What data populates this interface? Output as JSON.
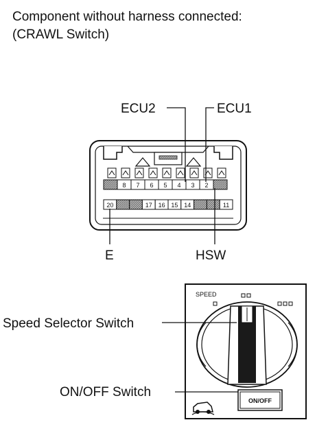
{
  "caption": {
    "line1": "Component without harness connected:",
    "line2": "(CRAWL Switch)"
  },
  "connector": {
    "callouts": {
      "ecu2": "ECU2",
      "ecu1": "ECU1",
      "e": "E",
      "hsw": "HSW"
    },
    "top_row": [
      "",
      "8",
      "7",
      "6",
      "5",
      "4",
      "3",
      "2",
      ""
    ],
    "bottom_row": [
      "20",
      "",
      "",
      "17",
      "16",
      "15",
      "14",
      "",
      "",
      "11"
    ]
  },
  "switch": {
    "callouts": {
      "speed_selector": "Speed Selector Switch",
      "on_off": "ON/OFF Switch"
    },
    "speed_label": "SPEED",
    "on_off_button": "ON/OFF",
    "speed_marks": [
      "1",
      "2",
      "3"
    ],
    "icon": "crawl-vehicle-icon"
  }
}
